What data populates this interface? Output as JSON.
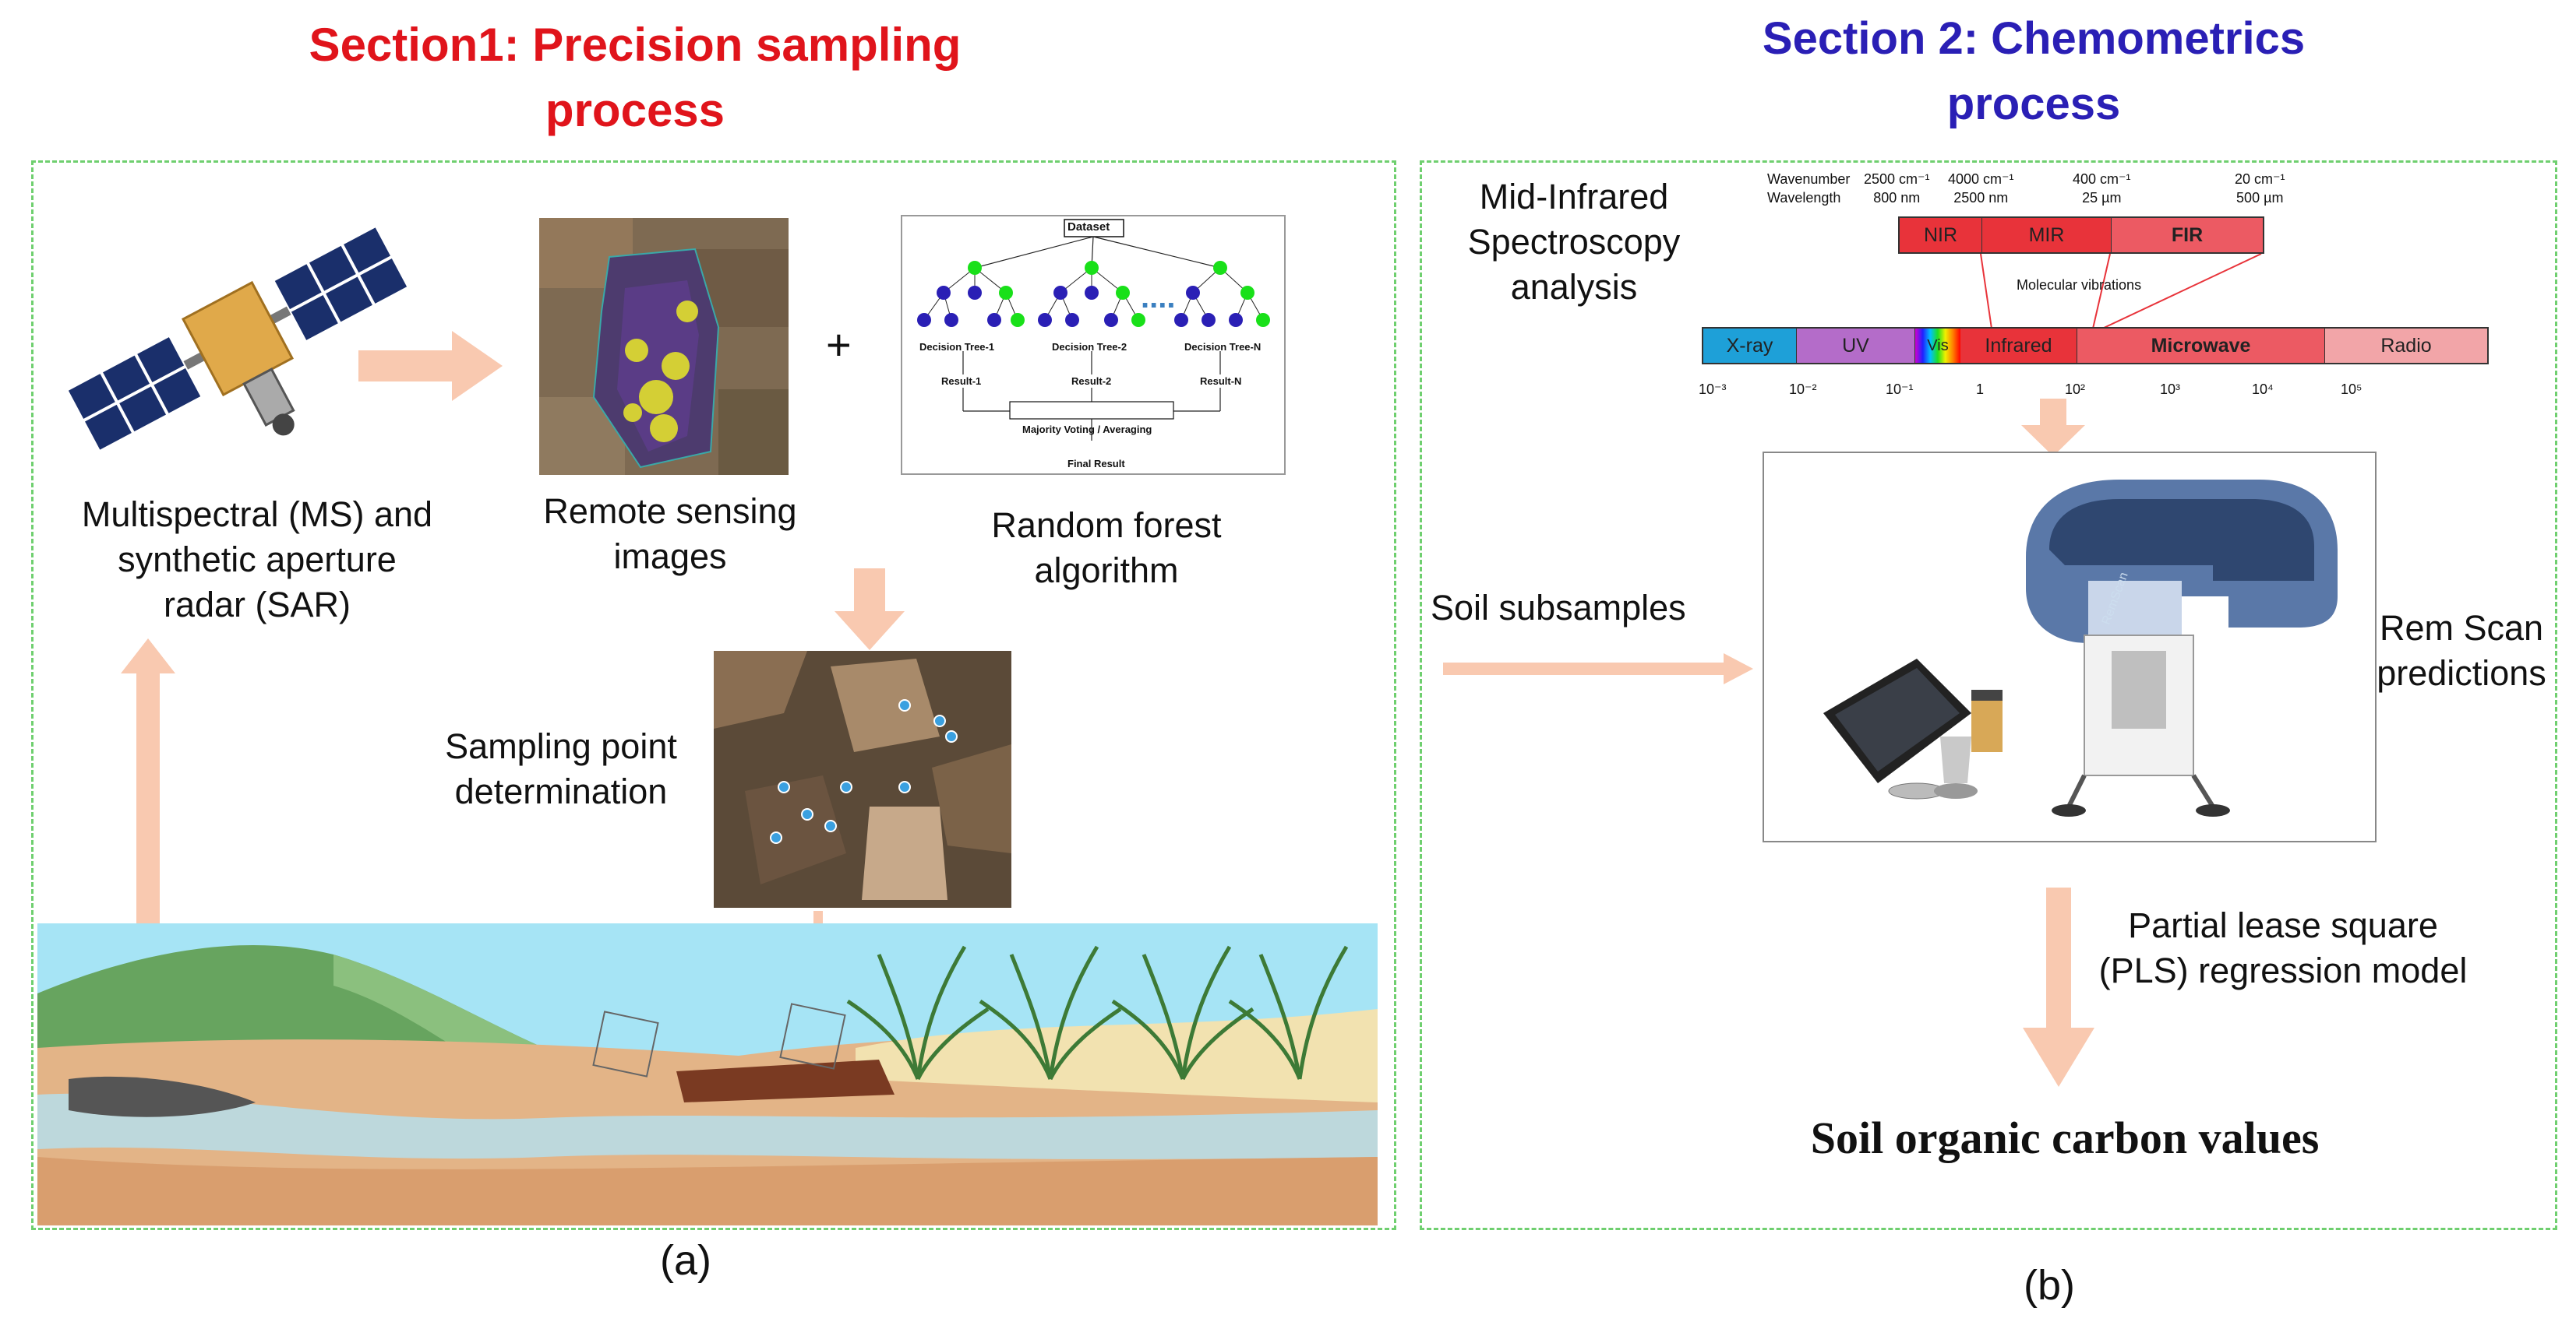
{
  "section1": {
    "title_line1": "Section1: Precision sampling",
    "title_line2": "process",
    "color": "#e0141b"
  },
  "section2": {
    "title_line1": "Section 2: Chemometrics",
    "title_line2": "process",
    "color": "#2a1fb5"
  },
  "panel_a": {
    "satellite_label": [
      "Multispectral (MS) and",
      "synthetic aperture",
      "radar (SAR)"
    ],
    "remote_label": [
      "Remote sensing",
      "images"
    ],
    "rf_label": [
      "Random forest",
      "algorithm"
    ],
    "sampling_label": [
      "Sampling point",
      "determination"
    ],
    "plus": "+",
    "rf_diagram": {
      "root": "Dataset",
      "trees": [
        "Decision Tree-1",
        "Decision Tree-2",
        "Decision Tree-N"
      ],
      "ellipsis": "....",
      "results": [
        "Result-1",
        "Result-2",
        "Result-N"
      ],
      "voting": "Majority Voting / Averaging",
      "final": "Final Result"
    },
    "caption": "(a)"
  },
  "panel_b": {
    "mir_label": [
      "Mid-Infrared",
      "Spectroscopy",
      "analysis"
    ],
    "soil_subsamples": "Soil subsamples",
    "remscan_label": [
      "Rem Scan",
      "predictions"
    ],
    "pls_label": [
      "Partial lease square",
      "(PLS) regression model"
    ],
    "soc_values": "Soil organic carbon values",
    "caption": "(b)",
    "spectrum": {
      "header_left": [
        "Wavenumber",
        "Wavelength"
      ],
      "ticks_top": [
        {
          "wn": "2500 cm⁻¹",
          "wl": "800 nm"
        },
        {
          "wn": "4000 cm⁻¹",
          "wl": "2500 nm"
        },
        {
          "wn": "400 cm⁻¹",
          "wl": "25 µm"
        },
        {
          "wn": "20 cm⁻¹",
          "wl": "500 µm"
        }
      ],
      "ir_bands": [
        "NIR",
        "MIR",
        "FIR"
      ],
      "molecular": "Molecular vibrations",
      "bands": [
        "X-ray",
        "UV",
        "Vis",
        "Infrared",
        "Microwave",
        "Radio"
      ],
      "exponents": [
        "10⁻³",
        "10⁻²",
        "10⁻¹",
        "1",
        "10²",
        "10³",
        "10⁴",
        "10⁵"
      ],
      "colors": {
        "xray": "#1ea0d8",
        "uv": "#b46cc9",
        "infrared": "#e8333a",
        "microwave": "#ec5a63",
        "radio": "#f2a5a8"
      }
    },
    "device_brand": "RemScan"
  },
  "arrow_color": "#f9c9b0"
}
